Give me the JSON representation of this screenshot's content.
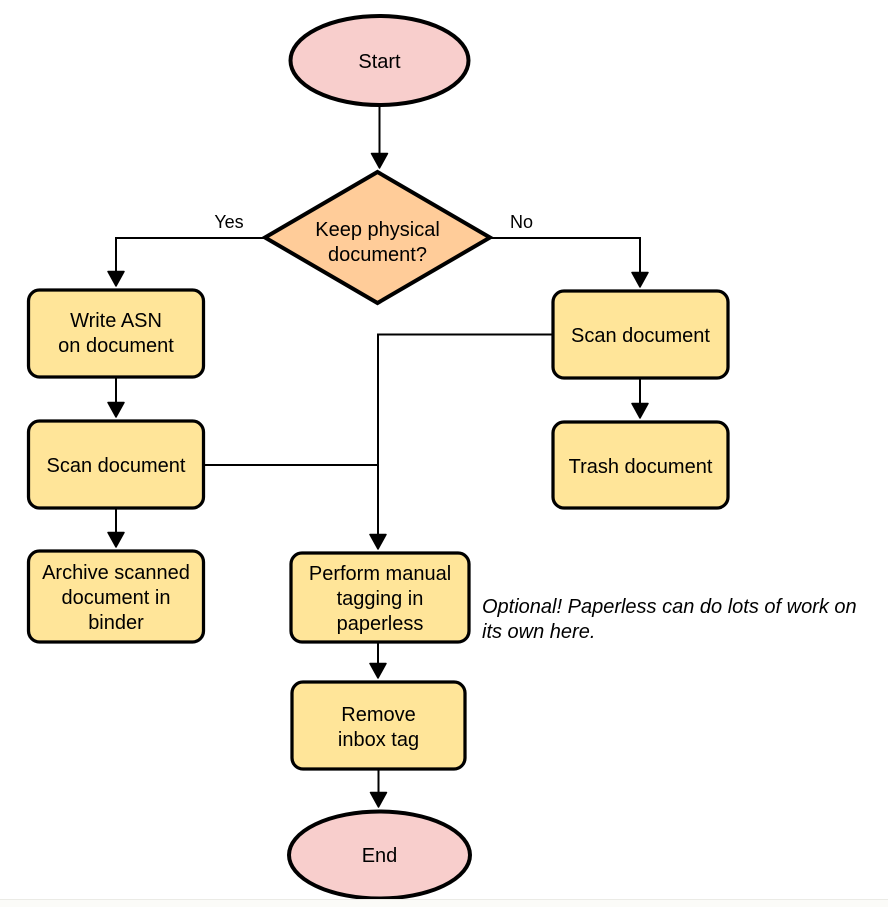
{
  "colors": {
    "background": "#ffffff",
    "terminal_fill": "#f8cecc",
    "decision_fill": "#ffcc99",
    "process_fill": "#ffe599",
    "stroke": "#000000",
    "bottom_strip": "#fbfbf8",
    "bottom_strip_line": "#ebebe6"
  },
  "nodes": {
    "start": {
      "label": "Start"
    },
    "keep_physical": {
      "lines": [
        "Keep physical",
        "document?"
      ]
    },
    "write_asn": {
      "lines": [
        "Write ASN",
        "on document"
      ]
    },
    "scan_document_left": {
      "label": "Scan document"
    },
    "archive_binder": {
      "lines": [
        "Archive scanned",
        "document in",
        "binder"
      ]
    },
    "scan_document_right": {
      "label": "Scan document"
    },
    "trash_document": {
      "label": "Trash document"
    },
    "manual_tagging": {
      "lines": [
        "Perform manual",
        "tagging in",
        "paperless"
      ]
    },
    "remove_inbox_tag": {
      "lines": [
        "Remove",
        "inbox tag"
      ]
    },
    "end": {
      "label": "End"
    }
  },
  "edge_labels": {
    "yes": "Yes",
    "no": "No"
  },
  "note": {
    "lines": [
      "Optional! Paperless can do lots of work on",
      "its own here."
    ]
  }
}
